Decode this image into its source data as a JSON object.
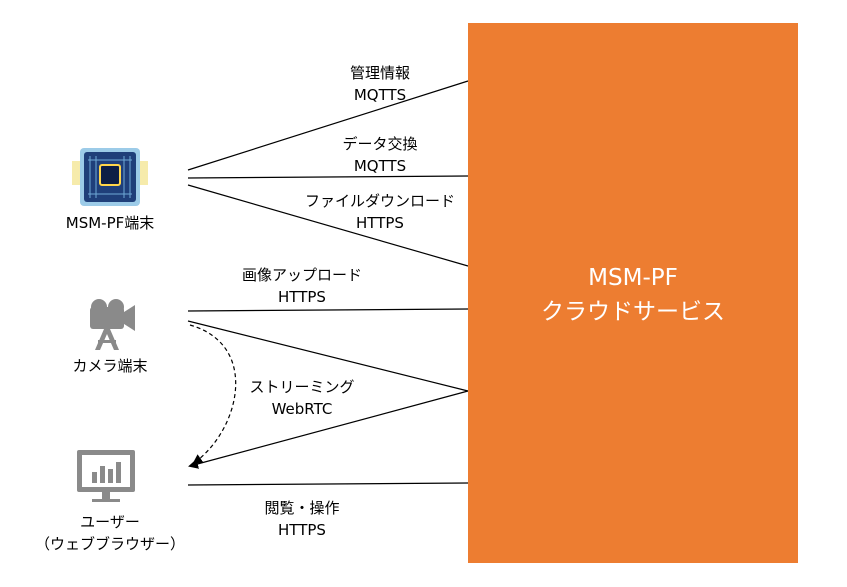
{
  "cloud": {
    "title": "MSM-PF",
    "subtitle": "クラウドサービス",
    "fill": "#ed7d31"
  },
  "nodes": {
    "device": {
      "label": "MSM-PF端末",
      "icon": "chip-icon"
    },
    "camera": {
      "label": "カメラ端末",
      "icon": "camera-icon"
    },
    "user": {
      "label": "ユーザー",
      "sublabel": "（ウェブブラウザー）",
      "icon": "monitor-chart-icon"
    }
  },
  "connections": [
    {
      "name": "管理情報",
      "protocol": "MQTTS"
    },
    {
      "name": "データ交換",
      "protocol": "MQTTS"
    },
    {
      "name": "ファイルダウンロード",
      "protocol": "HTTPS"
    },
    {
      "name": "画像アップロード",
      "protocol": "HTTPS"
    },
    {
      "name": "ストリーミング",
      "protocol": "WebRTC"
    },
    {
      "name": "閲覧・操作",
      "protocol": "HTTPS"
    }
  ]
}
